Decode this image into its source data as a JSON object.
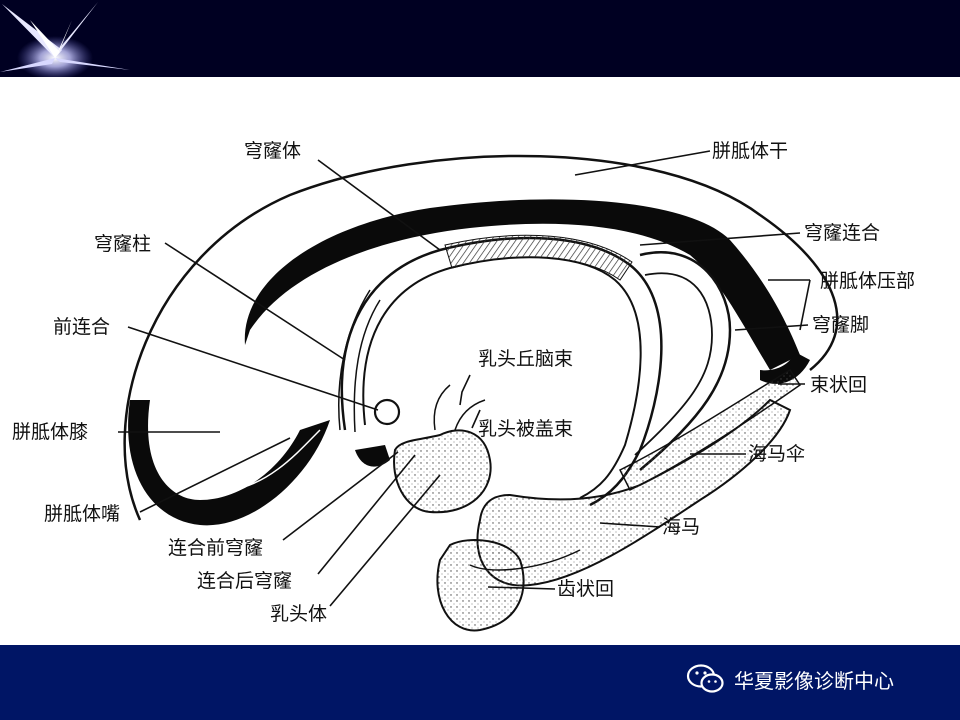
{
  "labels": {
    "fornix_body": "穹窿体",
    "fornix_column": "穹窿柱",
    "anterior_commissure": "前连合",
    "corpus_callosum_genu": "胼胝体膝",
    "corpus_callosum_rostrum": "胼胝体嘴",
    "precommissural_fornix": "连合前穹窿",
    "postcommissural_fornix": "连合后穹窿",
    "mammillary_body": "乳头体",
    "mammillothalamic_tract": "乳头丘脑束",
    "mammillotegmental_tract": "乳头被盖束",
    "corpus_callosum_trunk": "胼胝体干",
    "fornix_commissure": "穹窿连合",
    "corpus_callosum_splenium": "胼胝体压部",
    "fornix_crus": "穹窿脚",
    "fasciolar_gyrus": "束状回",
    "fimbria": "海马伞",
    "hippocampus": "海马",
    "dentate_gyrus": "齿状回"
  },
  "watermark": {
    "text": "华夏影像诊断中心",
    "icon": "wechat-icon"
  },
  "colors": {
    "top_bar": "#000022",
    "bottom_bar": "#001565",
    "ink": "#111111"
  }
}
